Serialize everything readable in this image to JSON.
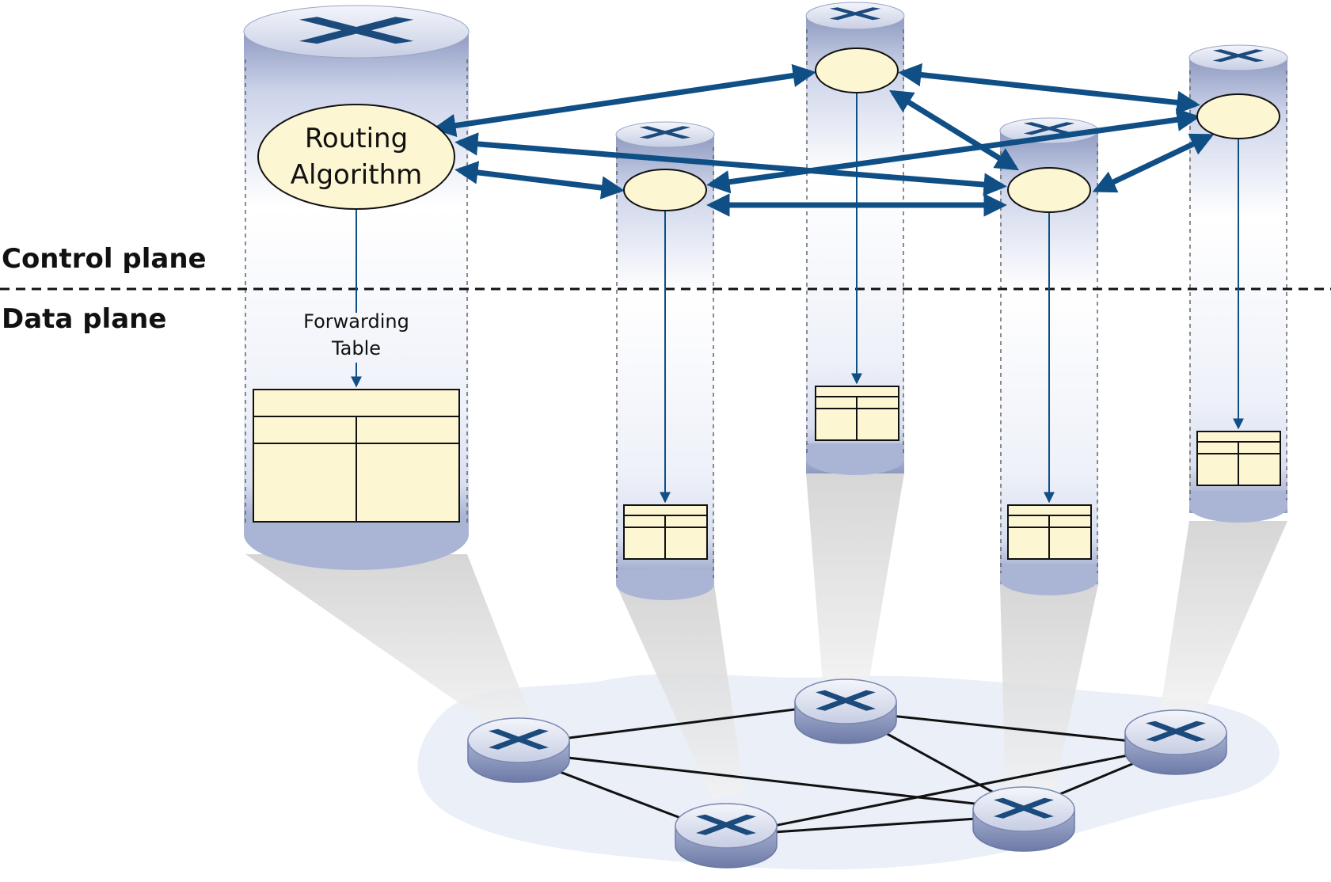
{
  "labels": {
    "control_plane": "Control plane",
    "data_plane": "Data plane",
    "routing_line1": "Routing",
    "routing_line2": "Algorithm",
    "forwarding_line1": "Forwarding",
    "forwarding_line2": "Table"
  },
  "colors": {
    "arrow": "#0f4f86",
    "link": "#111111",
    "node_fill": "#fdf6d3",
    "cylinder_top": "#b9c3dc",
    "cylinder_body": "#dfe4f1",
    "router_mark": "#1b4a7c",
    "shadow": "#d9d9d9",
    "ground": "#e9eef7"
  },
  "icons": {
    "router": "router-x-icon"
  }
}
